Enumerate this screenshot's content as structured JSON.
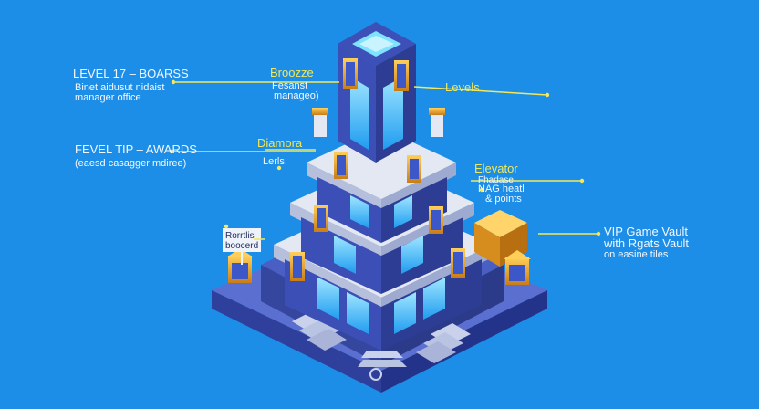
{
  "scene": {
    "background": "#1c8ee8",
    "accent_yellow": "#f2e85a",
    "tower_blue": "#3a4fb8",
    "tower_dark": "#2a3a8e",
    "ledge_grey": "#dfe4ee",
    "glass_cyan": "#36c3ff",
    "gold": "#e7a52c",
    "banner_blue": "#3c58c8"
  },
  "labels": {
    "level_title_1": "LEVEL 17 – BOARSS",
    "level_sub_1a": "Binet aidusut nidaist",
    "level_sub_1b": "manager office",
    "level_title_2": "FEVEL TIP – AWARDS",
    "level_sub_2": "(eaesd casagger mdiree)",
    "bronze_title": "Broozze",
    "bronze_sub_a": "Fesanst",
    "bronze_sub_b": "manageo)",
    "levels_top": "Levels",
    "diamond": "Diamora",
    "levels_mid": "Lerls.",
    "elevator_title": "Elevator",
    "elevator_sub_a": "Fhadase",
    "elevator_sub_b": "NAG heatl",
    "elevator_sub_c": "& points",
    "plaque_a": "Rorrtlis",
    "plaque_b": "boocerd",
    "vip_a": "VIP Game Vault",
    "vip_b": "with Rgats Vault",
    "vip_c": "on easine tiles"
  }
}
